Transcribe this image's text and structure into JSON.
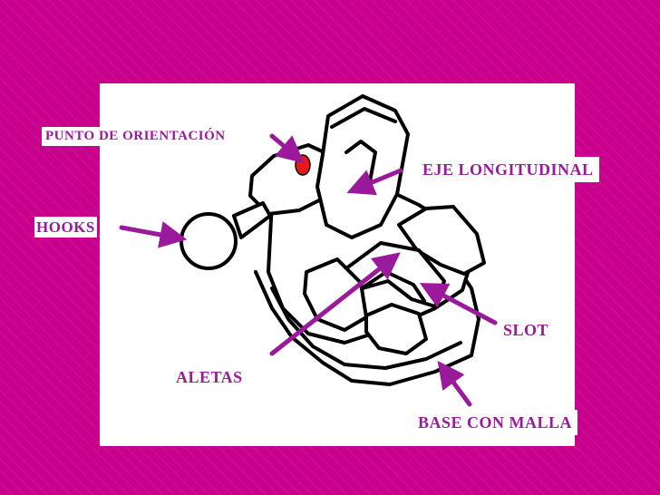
{
  "colors": {
    "background": "#c8008c",
    "panel": "#ffffff",
    "label_text": "#9b1a9b",
    "arrow": "#9b1a9b",
    "orientation_dot": "#e81818"
  },
  "labels": {
    "punto_orientacion": "PUNTO DE ORIENTACIÓN",
    "eje_longitudinal": "EJE LONGITUDINAL",
    "hooks": "HOOKS",
    "slot": "SLOT",
    "aletas": "ALETAS",
    "base_con_malla": "BASE CON MALLA"
  }
}
